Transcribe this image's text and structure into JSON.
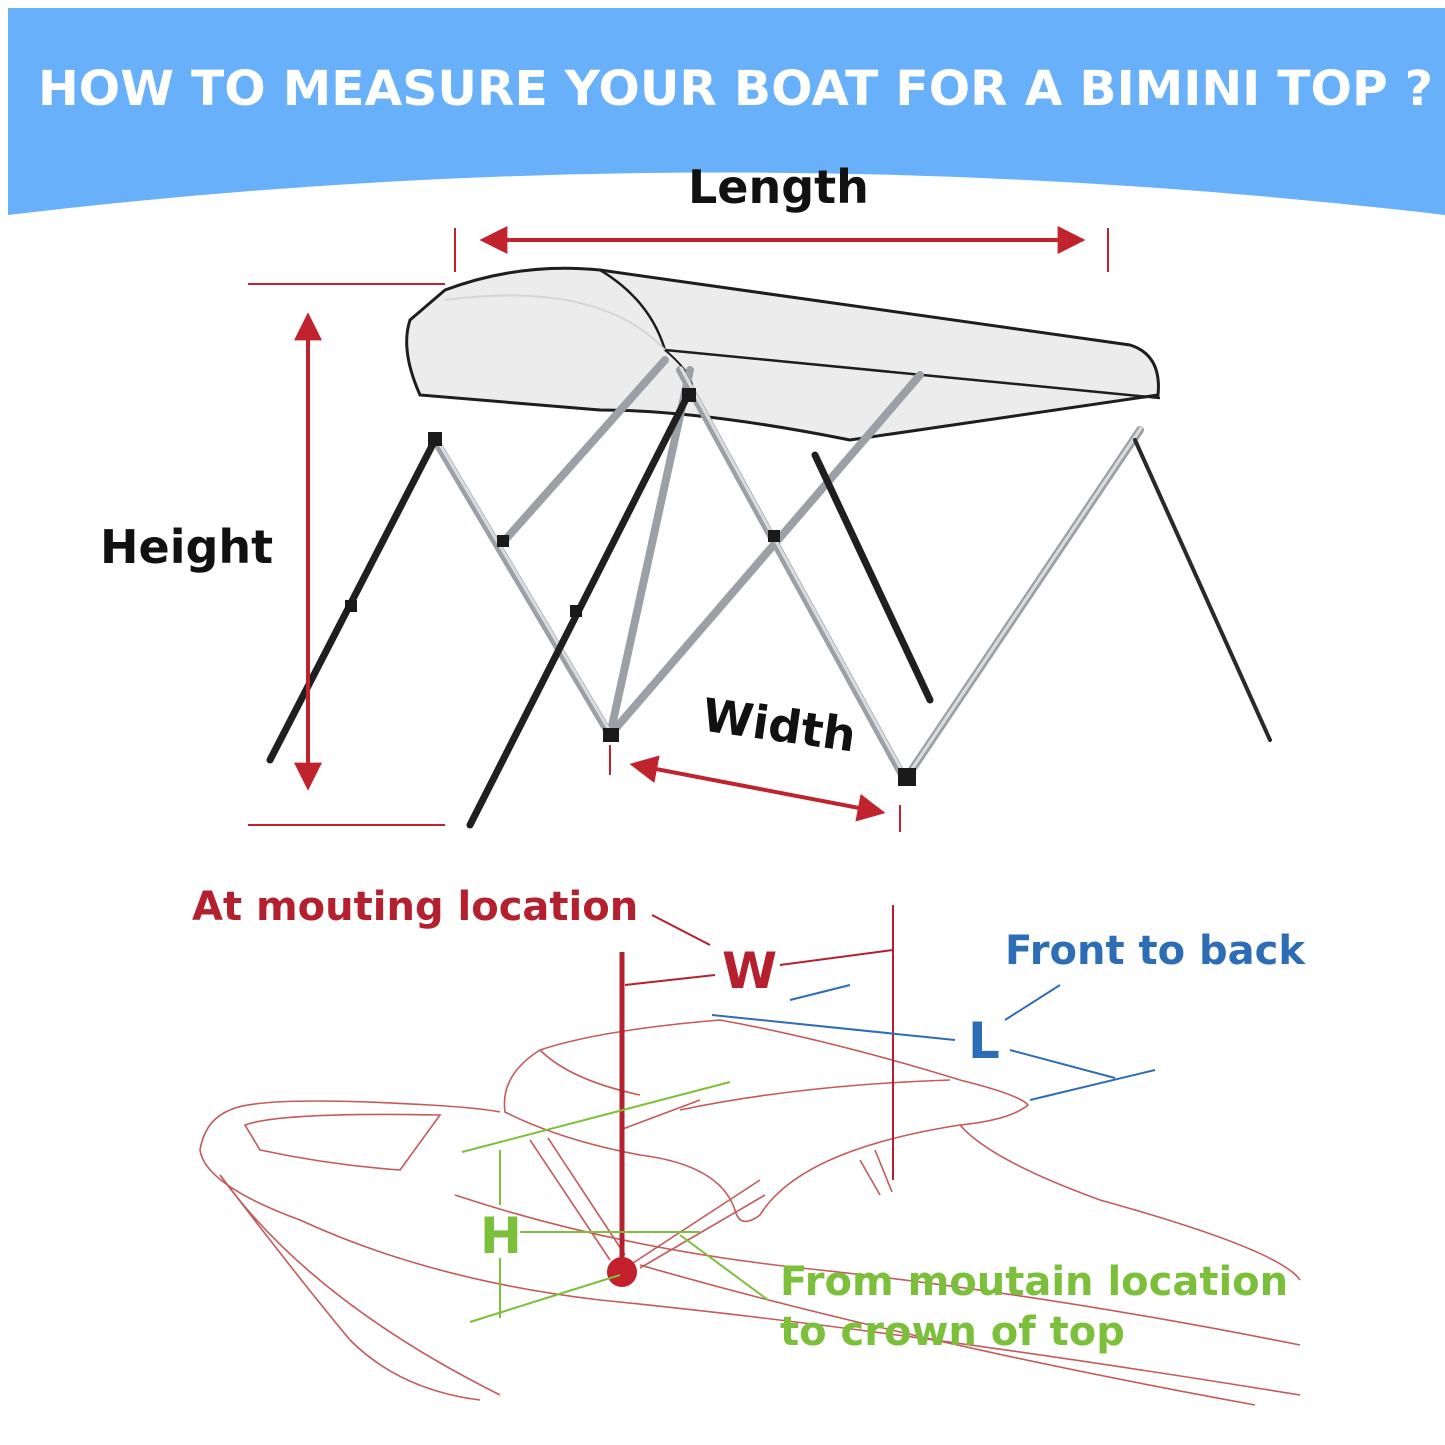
{
  "banner": {
    "title": "HOW TO MEASURE YOUR BOAT FOR A BIMINI TOP ?",
    "color": "#68b0fa"
  },
  "top_diagram": {
    "length_label": "Length",
    "height_label": "Height",
    "width_label": "Width",
    "arrow_color": "#c0222e"
  },
  "bottom_diagram": {
    "mounting_label": "At mouting location",
    "w_letter": "W",
    "front_to_back_label": "Front to back",
    "l_letter": "L",
    "h_letter": "H",
    "crown_label_line1": "From moutain location",
    "crown_label_line2": "to crown of top",
    "colors": {
      "mounting": "#b5202e",
      "front_to_back": "#2d6db5",
      "height": "#7bbf3a",
      "boat_outline": "#c45a5a"
    }
  }
}
